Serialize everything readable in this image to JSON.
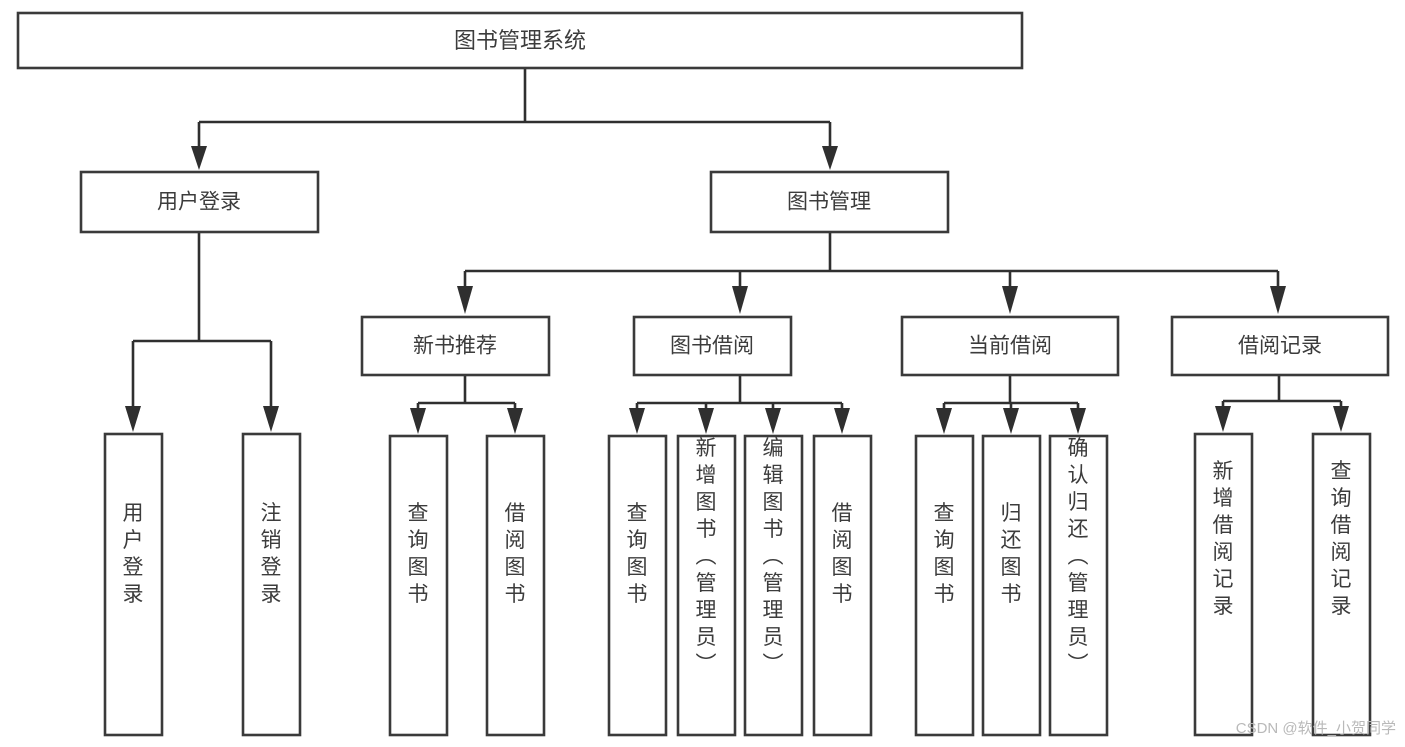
{
  "diagram": {
    "type": "tree-hierarchy-diagram",
    "title": "图书管理系统",
    "watermark": "CSDN @软件_小贺同学",
    "colors": {
      "box_fill": "#ffffff",
      "box_stroke": "#3a3a3a",
      "text": "#3c3c3c",
      "connector": "#2f2f2f",
      "watermark": "#b9b9b9",
      "background": "#ffffff"
    },
    "root": {
      "id": "root",
      "label": "图书管理系统"
    },
    "level2": [
      {
        "id": "user-login",
        "label": "用户登录"
      },
      {
        "id": "book-manage",
        "label": "图书管理"
      }
    ],
    "level3": [
      {
        "id": "new-book-recommend",
        "label": "新书推荐",
        "parent": "book-manage"
      },
      {
        "id": "book-borrow",
        "label": "图书借阅",
        "parent": "book-manage"
      },
      {
        "id": "current-borrow",
        "label": "当前借阅",
        "parent": "book-manage"
      },
      {
        "id": "borrow-record",
        "label": "借阅记录",
        "parent": "book-manage"
      }
    ],
    "leaves": {
      "user-login": [
        {
          "id": "leaf-user-login",
          "label": "用户登录"
        },
        {
          "id": "leaf-logout-login",
          "label": "注销登录"
        }
      ],
      "new-book-recommend": [
        {
          "id": "leaf-query-book-1",
          "label": "查询图书"
        },
        {
          "id": "leaf-borrow-book-1",
          "label": "借阅图书"
        }
      ],
      "book-borrow": [
        {
          "id": "leaf-query-book-2",
          "label": "查询图书"
        },
        {
          "id": "leaf-add-book",
          "label": "新增图书（管理员）"
        },
        {
          "id": "leaf-edit-book",
          "label": "编辑图书（管理员）"
        },
        {
          "id": "leaf-borrow-book-2",
          "label": "借阅图书"
        }
      ],
      "current-borrow": [
        {
          "id": "leaf-query-book-3",
          "label": "查询图书"
        },
        {
          "id": "leaf-return-book",
          "label": "归还图书"
        },
        {
          "id": "leaf-confirm-return",
          "label": "确认归还（管理员）"
        }
      ],
      "borrow-record": [
        {
          "id": "leaf-add-record",
          "label": "新增借阅记录"
        },
        {
          "id": "leaf-query-record",
          "label": "查询借阅记录"
        }
      ]
    }
  }
}
